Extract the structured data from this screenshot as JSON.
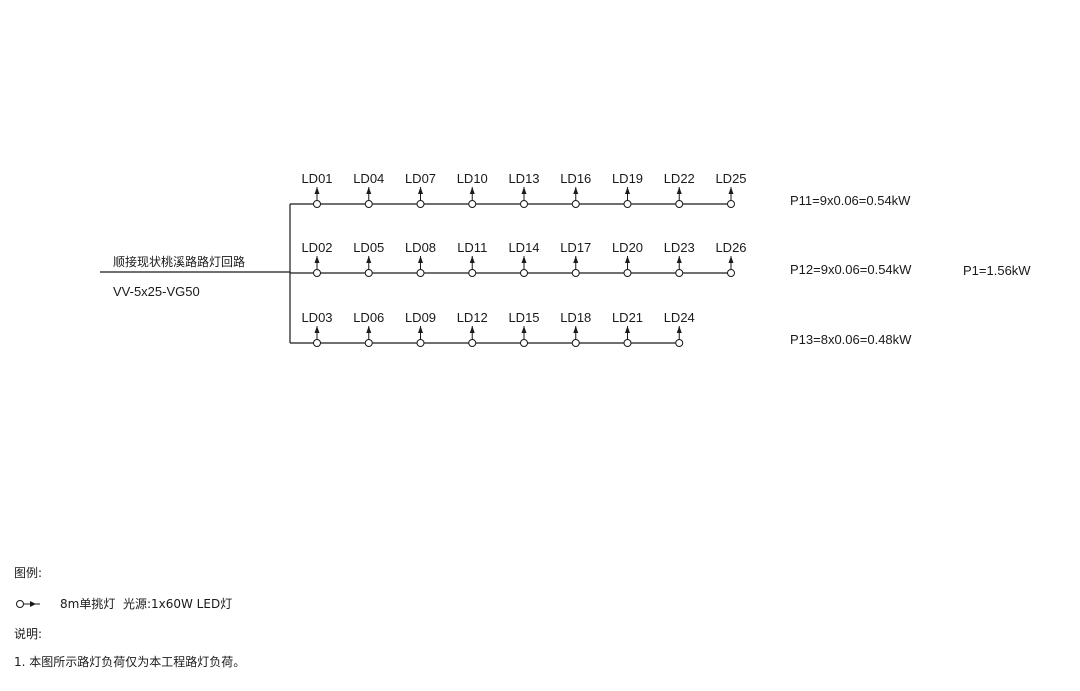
{
  "feeder": {
    "name": "顺接现状桃溪路路灯回路",
    "cable": "VV-5x25-VG50"
  },
  "circuits": [
    {
      "labels": [
        "LD01",
        "LD04",
        "LD07",
        "LD10",
        "LD13",
        "LD16",
        "LD19",
        "LD22",
        "LD25"
      ],
      "power": "P11=9x0.06=0.54kW"
    },
    {
      "labels": [
        "LD02",
        "LD05",
        "LD08",
        "LD11",
        "LD14",
        "LD17",
        "LD20",
        "LD23",
        "LD26"
      ],
      "power": "P12=9x0.06=0.54kW"
    },
    {
      "labels": [
        "LD03",
        "LD06",
        "LD09",
        "LD12",
        "LD15",
        "LD18",
        "LD21",
        "LD24"
      ],
      "power": "P13=8x0.06=0.48kW"
    }
  ],
  "total_power": "P1=1.56kW",
  "legend": {
    "title": "图例:",
    "item": "8m单挑灯  光源:1x60W LED灯"
  },
  "notes": {
    "title": "说明:",
    "items": [
      "1. 本图所示路灯负荷仅为本工程路灯负荷。"
    ]
  },
  "colors": {
    "line": "#1a1a1a",
    "background": "#ffffff"
  }
}
